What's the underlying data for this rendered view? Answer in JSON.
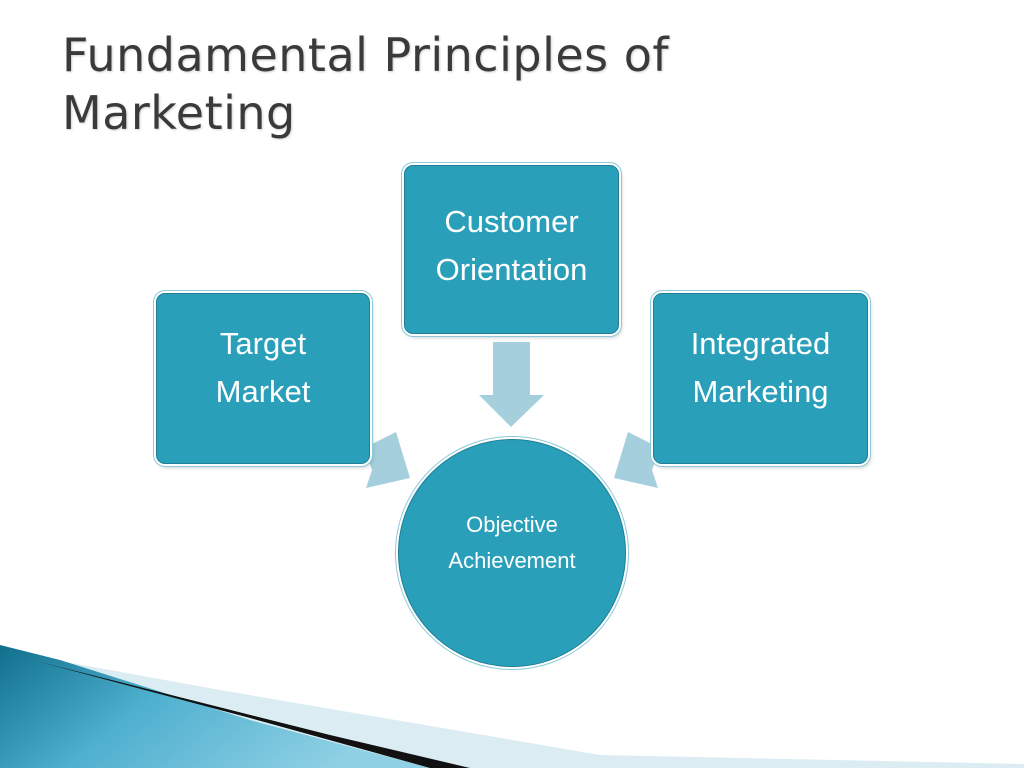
{
  "slide": {
    "title_lines": [
      "Fundamental Principles of",
      "Marketing"
    ]
  },
  "diagram": {
    "boxes": [
      {
        "id": "target",
        "lines": [
          "Target",
          "Market"
        ]
      },
      {
        "id": "customer",
        "lines": [
          "Customer",
          "Orientation"
        ]
      },
      {
        "id": "integrated",
        "lines": [
          "Integrated",
          "Marketing"
        ]
      }
    ],
    "center": {
      "lines": [
        "Objective",
        "Achievement"
      ]
    }
  },
  "colors": {
    "box_fill": "#2a9fba",
    "box_border": "#1e7f96",
    "arrow_fill": "#a6cfde",
    "title_text": "#3a3a3a",
    "accent_dark": "#0d6f8a",
    "accent_light": "#7cc3d8"
  }
}
